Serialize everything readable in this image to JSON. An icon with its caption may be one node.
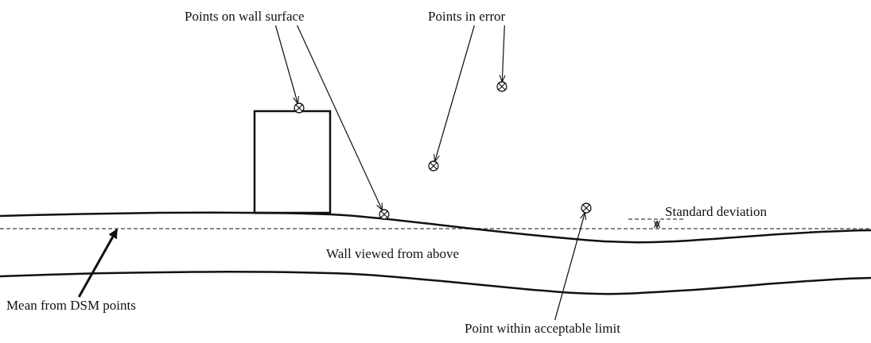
{
  "diagram": {
    "nodes": [
      {
        "text": [
          "Points on wall surface"
        ]
      },
      {
        "text": [
          "Points in error"
        ]
      },
      {
        "text": [],
        "shape": "circle"
      },
      {
        "text": [],
        "shape": "circle"
      },
      {
        "text": [],
        "shape": "circle"
      },
      {
        "text": [],
        "shape": "circle"
      },
      {
        "text": [],
        "shape": "circle"
      },
      {
        "text": [
          "Point within acceptable limit"
        ]
      },
      {
        "text": [
          "Mean from DSM points"
        ]
      }
    ],
    "edges": [
      {
        "from": 0,
        "to": 2,
        "arrow": "to"
      },
      {
        "from": 0,
        "to": 3,
        "arrow": "to"
      },
      {
        "from": 1,
        "to": 4,
        "arrow": "to"
      },
      {
        "from": 1,
        "to": 5,
        "arrow": "to"
      },
      {
        "from": 7,
        "to": 6,
        "arrow": "to"
      },
      {
        "from": 8,
        "to": null,
        "arrow": "to",
        "style": "thick"
      }
    ],
    "labels": [
      "Standard deviation",
      "Wall viewed from above"
    ]
  }
}
